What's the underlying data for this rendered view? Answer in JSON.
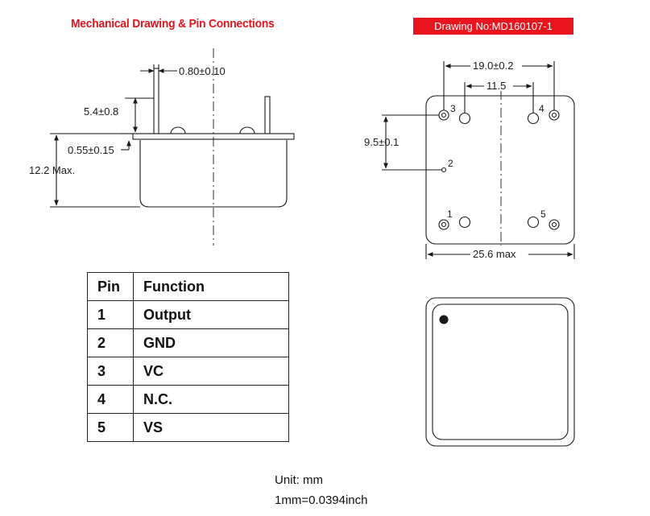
{
  "header": {
    "title": "Mechanical Drawing & Pin Connections",
    "drawing_no": "Drawing No:MD160107-1"
  },
  "colors": {
    "accent": "#e8141e",
    "line": "#1a1a1a"
  },
  "side_view": {
    "dim_pin_width": "0.80±0.10",
    "dim_pin_length": "5.4±0.8",
    "dim_base_thickness": "0.55±0.15",
    "dim_height": "12.2 Max."
  },
  "top_view": {
    "dim_outer_pins": "19.0±0.2",
    "dim_inner_pins": "11.5",
    "dim_vertical": "9.5±0.1",
    "dim_width": "25.6 max",
    "pin_labels": [
      "1",
      "2",
      "3",
      "4",
      "5"
    ]
  },
  "pin_table": {
    "headers": [
      "Pin",
      "Function"
    ],
    "rows": [
      [
        "1",
        "Output"
      ],
      [
        "2",
        "GND"
      ],
      [
        "3",
        "VC"
      ],
      [
        "4",
        "N.C."
      ],
      [
        "5",
        "VS"
      ]
    ]
  },
  "footer": {
    "unit": "Unit: mm",
    "conversion": "1mm=0.0394inch"
  }
}
